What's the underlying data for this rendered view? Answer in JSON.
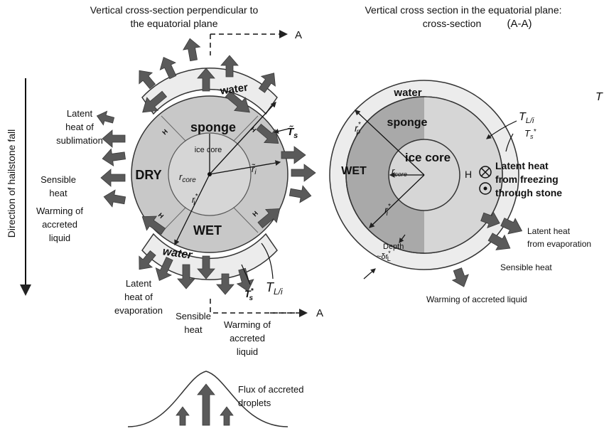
{
  "left": {
    "title_line1": "Vertical cross-section perpendicular to",
    "title_line2": "the equatorial plane",
    "axis_label": "Direction of hailstone fall",
    "section_marker": "A",
    "zones": {
      "water_top": "water",
      "sponge": "sponge",
      "ice_core": "ice core",
      "dry": "DRY",
      "wet": "WET",
      "water_bottom": "water",
      "h_mark": "H"
    },
    "radii": {
      "r_core": "r",
      "r_core_sub": "core",
      "r_i_tilde": "r̃",
      "r_i_sub": "i",
      "r_i_star": "r",
      "r_i_star_sub": "i",
      "r_i_star_sup": "*"
    },
    "temps": {
      "ts_tilde": "T̃",
      "ts_tilde_sub": "s",
      "ts_star": "T",
      "ts_star_sub": "s",
      "ts_star_sup": "*",
      "tli": "T",
      "tli_sub": "L/i"
    },
    "labels": {
      "latent_sublimation": [
        "Latent",
        "heat of",
        "sublimation"
      ],
      "sensible_heat": [
        "Sensible",
        "heat"
      ],
      "warming_liquid": [
        "Warming of",
        "accreted",
        "liquid"
      ],
      "latent_evaporation": [
        "Latent",
        "heat of",
        "evaporation"
      ],
      "sensible_bottom": [
        "Sensible",
        "heat"
      ],
      "warming_bottom": [
        "Warming of",
        "accreted",
        "liquid"
      ]
    },
    "flux_label": [
      "Flux of accreted",
      "droplets"
    ]
  },
  "right": {
    "title_line1": "Vertical cross section in the equatorial plane:",
    "title_line2": "cross-section",
    "title_section": "(A-A)",
    "corner_T": "T",
    "zones": {
      "water": "water",
      "sponge": "sponge",
      "ice_core": "ice core",
      "wet": "WET",
      "h_mark": "H"
    },
    "radii": {
      "r_p": "r",
      "r_p_sub": "p",
      "r_p_sup": "*",
      "r_core": "r",
      "r_core_sub": "core",
      "r_i": "r",
      "r_i_sub": "i",
      "r_i_sup": "*"
    },
    "temps": {
      "tli": "T",
      "tli_sub": "L/i",
      "ts": "T",
      "ts_sub": "s",
      "ts_sup": "*"
    },
    "depth": [
      "Depth",
      "~δr",
      "*",
      "L"
    ],
    "labels": {
      "latent_freezing": [
        "Latent heat",
        "from freezing",
        "through stone"
      ],
      "latent_evaporation": [
        "Latent heat",
        "from evaporation"
      ],
      "sensible_heat": "Sensible heat",
      "warming_liquid": "Warming of accreted liquid"
    }
  },
  "colors": {
    "water": "#ececec",
    "sponge": "#c8c8c8",
    "core": "#d6d6d6",
    "wet_right": "#a9a9a9",
    "arrow": "#5a5a5a"
  }
}
